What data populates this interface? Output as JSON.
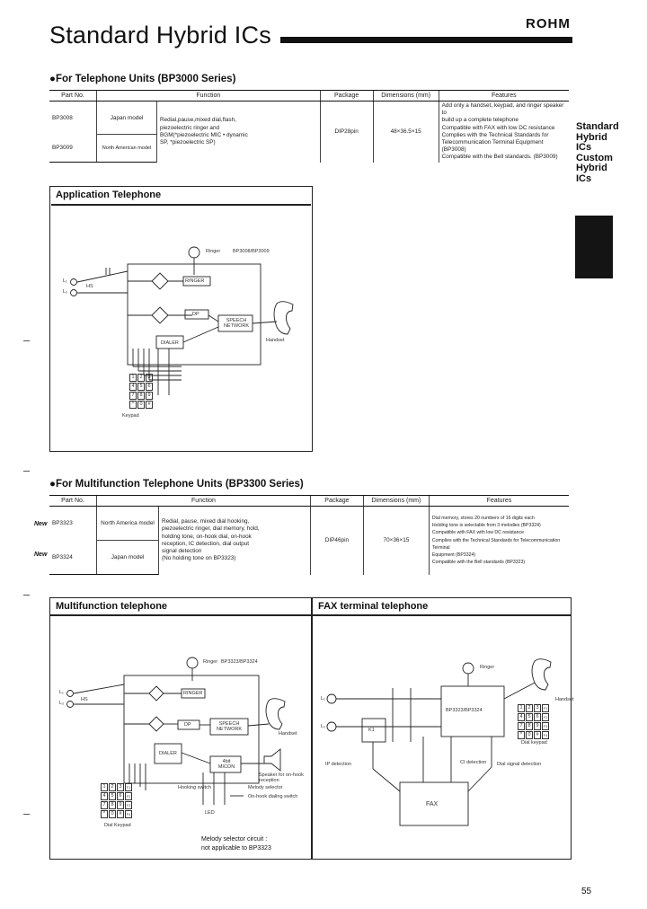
{
  "header": {
    "title": "Standard Hybrid ICs",
    "brand": "ROHM"
  },
  "side_tab": {
    "label": "Standard Hybrid ICs Custom Hybrid ICs"
  },
  "section1": {
    "heading": "●For Telephone Units (BP3000 Series)",
    "columns": [
      "Part No.",
      "Function",
      "Package",
      "Dimensions (mm)",
      "Features"
    ],
    "rows": [
      {
        "part": "BP3008",
        "model": "Japan model"
      },
      {
        "part": "BP3009",
        "model": "North American model"
      }
    ],
    "function_lines": [
      "Redial,pause,mixed dial,flash,",
      "piezoelectric ringer and",
      "BGM(*piezoelectric MIC • dynamic",
      "SP, *piezoelectric SP)"
    ],
    "package": "DIP28pin",
    "dimensions": "48×36.5×15",
    "feature_lines": [
      "Add only a handset, keypad, and ringer speaker to",
      "build up a complete telephone",
      "Compatible with FAX with low DC resistance",
      "Complies with the Technical Standards for",
      "Telecommunication Terminal Equipment",
      "(BP3008)",
      "Compatible with the Bell standards. (BP3009)"
    ]
  },
  "app_telephone": {
    "title": "Application Telephone",
    "labels": {
      "ringer": "Ringer",
      "ic": "BP3008/BP3009",
      "ringer_block": "RINGER",
      "dp": "DP",
      "speech": "SPEECH NETWORK",
      "dialer": "DIALER",
      "handset": "Handset",
      "keypad": "Keypad",
      "l1": "L₁",
      "l2": "L₂",
      "hs": "HS"
    },
    "keys": [
      "1",
      "2",
      "3",
      "4",
      "5",
      "6",
      "7",
      "8",
      "9",
      "*",
      "0",
      "#"
    ]
  },
  "section2": {
    "heading": "●For Multifunction Telephone Units (BP3300 Series)",
    "columns": [
      "Part No.",
      "Function",
      "Package",
      "Dimensions (mm)",
      "Features"
    ],
    "new_badge": "New",
    "rows": [
      {
        "part": "BP3323",
        "model": "North America model"
      },
      {
        "part": "BP3324",
        "model": "Japan model"
      }
    ],
    "function_lines": [
      "Redial, pause, mixed dial hooking,",
      "piezoelectric ringer, dial memory, hold,",
      "holding tone, on-hook dial, on-hook",
      "reception, IC detection, dial output",
      "signal detection",
      "(No holding tone on BP3323)"
    ],
    "package": "DIP46pin",
    "dimensions": "70×36×15",
    "feature_lines": [
      "Dial memory, stores 20 numbers of 16 digits each",
      "Holding tone is selectable from 3 melodies (BP3324)",
      "Compatible with FAX with low DC resistance",
      "Complies with the Technical Standards for Telecommunication Terminal",
      "Equipment (BP3324)",
      "Compatible with the Bell standards (BP3323)"
    ]
  },
  "multifunction": {
    "title": "Multifunction telephone",
    "labels": {
      "ringer": "Ringer",
      "ic": "BP3323/BP3324",
      "ringer_block": "RINGER",
      "dp": "DP",
      "speech": "SPEECH NETWORK",
      "dialer": "DIALER",
      "mcon": "4bit MICON",
      "handset": "Handset",
      "speaker": "Speaker for on-hook reception",
      "hooking": "Hooking switch",
      "melody_sel": "Melody selector",
      "onhook_sw": "On-hook dialing switch",
      "leds": "LED",
      "keypad": "Dial Keypad",
      "melody_note": "Melody selector circuit :",
      "melody_note2": "not applicable to BP3323",
      "l1": "L₁",
      "l2": "L₂",
      "hs": "HS"
    },
    "keys": [
      "1",
      "2",
      "3",
      "F1",
      "4",
      "5",
      "6",
      "F2",
      "7",
      "8",
      "9",
      "F3",
      "*",
      "0",
      "#",
      "F4"
    ]
  },
  "fax": {
    "title": "FAX terminal telephone",
    "labels": {
      "ringer": "Ringer",
      "handset": "Handset",
      "ic": "BP3323/BP3324",
      "k1": "K1",
      "ip": "IP detection",
      "ci": "CI detection",
      "dial_sig": "Dial signal detection",
      "fax": "FAX",
      "keypad": "Dial keypad",
      "l1": "L₁",
      "l2": "L₂"
    },
    "keys": [
      "1",
      "2",
      "3",
      "F1",
      "4",
      "5",
      "6",
      "F2",
      "7",
      "8",
      "9",
      "F3",
      "*",
      "0",
      "#",
      "F4"
    ]
  },
  "page_number": "55"
}
